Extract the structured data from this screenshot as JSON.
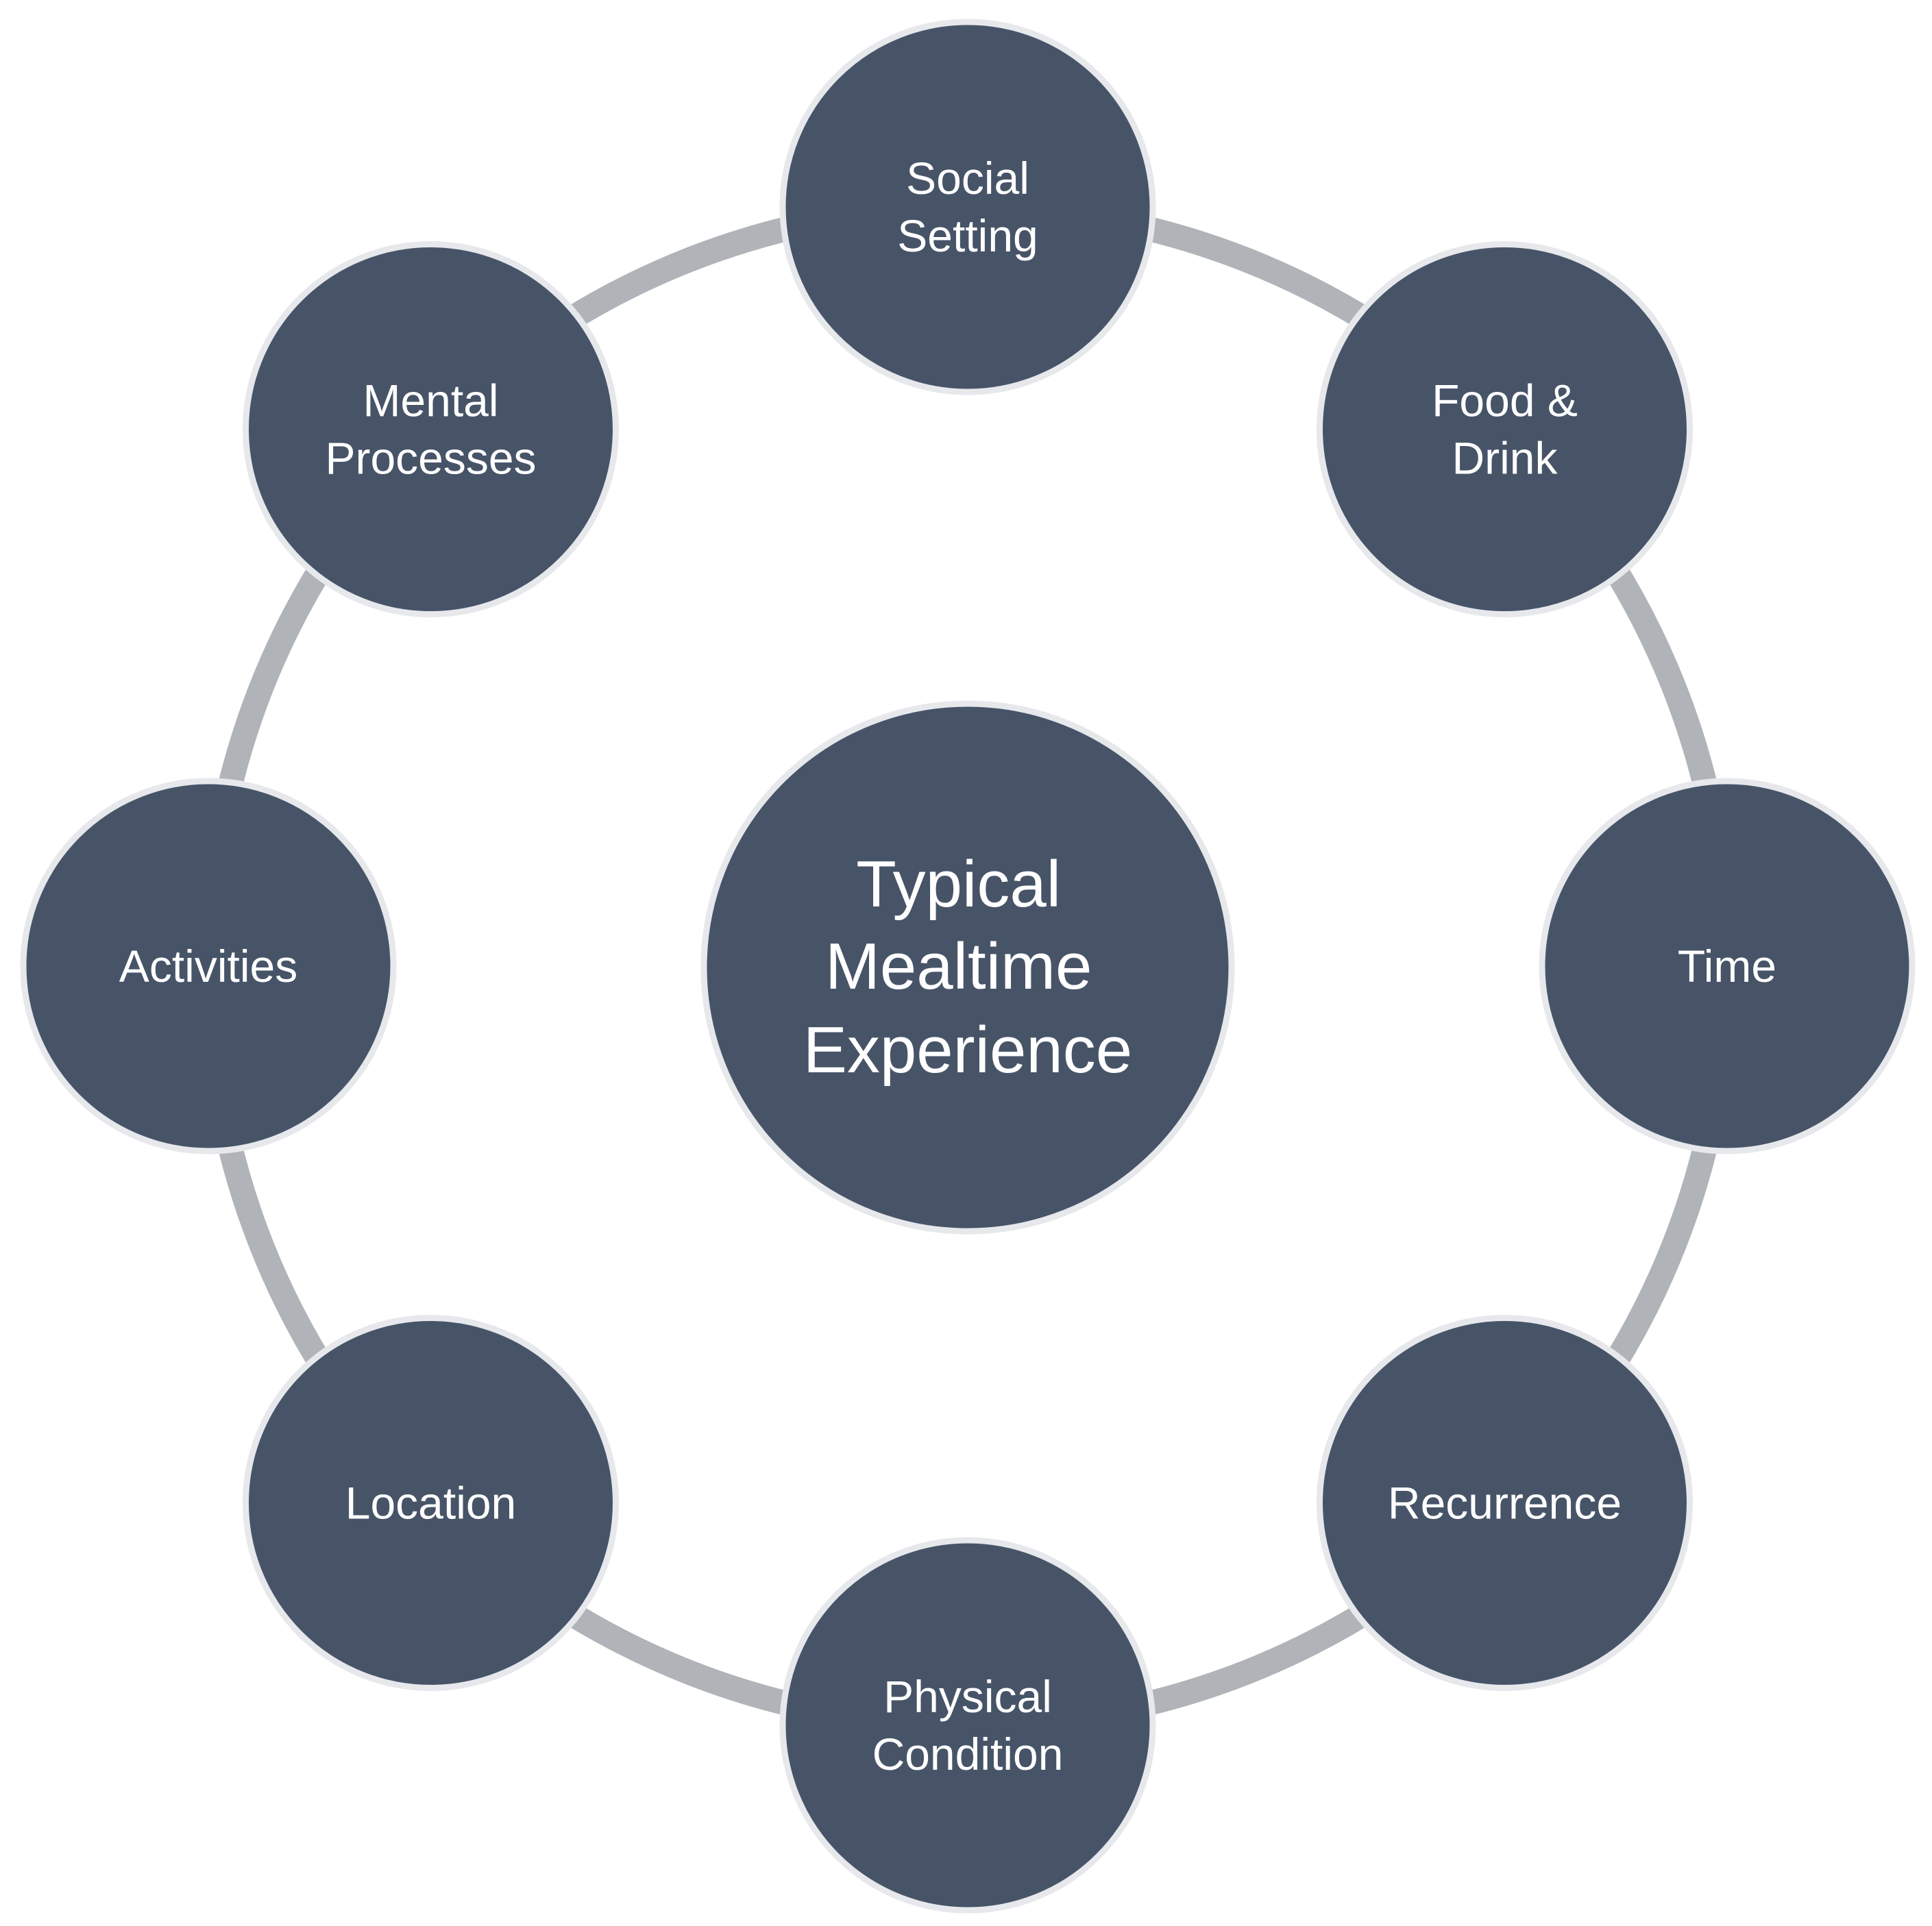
{
  "colors": {
    "background": "#ffffff",
    "node_fill": "#475468",
    "node_outline": "#e6e8ec",
    "ring": "#b0b4b9",
    "label": "#ffffff"
  },
  "center": {
    "label_lines": [
      "Typical",
      "Mealtime",
      "Experience"
    ]
  },
  "satellites": [
    {
      "id": "social-setting",
      "label_lines": [
        "Social",
        "Setting"
      ]
    },
    {
      "id": "food-drink",
      "label_lines": [
        "Food &",
        "Drink"
      ]
    },
    {
      "id": "time",
      "label_lines": [
        "Time"
      ]
    },
    {
      "id": "recurrence",
      "label_lines": [
        "Recurrence"
      ]
    },
    {
      "id": "physical-condition",
      "label_lines": [
        "Physical",
        "Condition"
      ]
    },
    {
      "id": "location",
      "label_lines": [
        "Location"
      ]
    },
    {
      "id": "activities",
      "label_lines": [
        "Activities"
      ]
    },
    {
      "id": "mental-processes",
      "label_lines": [
        "Mental",
        "Processes"
      ]
    }
  ]
}
